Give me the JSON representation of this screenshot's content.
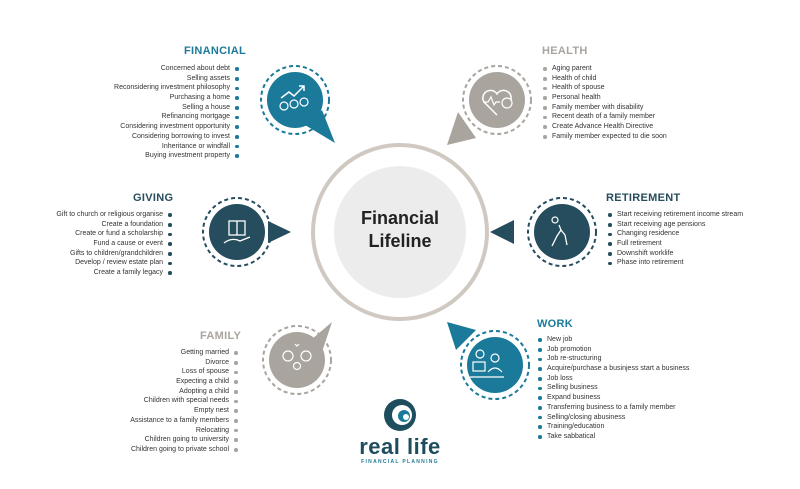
{
  "colors": {
    "teal": "#1b7a9a",
    "navy": "#264d5e",
    "gray": "#a9a49e"
  },
  "center": {
    "line1": "Financial",
    "line2": "Lifeline"
  },
  "sections": {
    "financial": {
      "title": "FINANCIAL",
      "icon": "coins-growth-icon",
      "items": [
        "Concerned about debt",
        "Selling assets",
        "Reconsidering investment philosophy",
        "Purchasing a home",
        "Selling a house",
        "Refinancing mortgage",
        "Considering investment opportunity",
        "Considering borrowing to invest",
        "Inheritance or windfall",
        "Buying investment property"
      ]
    },
    "giving": {
      "title": "GIVING",
      "icon": "gift-hand-icon",
      "items": [
        "Gift to church or religious organise",
        "Create a foundation",
        "Create or fund a scholarship",
        "Fund a cause or event",
        "Gifts to children/grandchildren",
        "Develop / review estate plan",
        "Create a family legacy"
      ]
    },
    "family": {
      "title": "FAMILY",
      "icon": "family-icon",
      "items": [
        "Getting married",
        "Divorce",
        "Loss of spouse",
        "Expecting a child",
        "Adopting a child",
        "Children with special needs",
        "Empty nest",
        "Assistance to a family members",
        "Relocating",
        "Children going to university",
        "Children going to private school"
      ]
    },
    "health": {
      "title": "HEALTH",
      "icon": "heart-health-icon",
      "items": [
        "Aging parent",
        "Health of child",
        "Health of spouse",
        "Personal health",
        "Family member with disability",
        "Recent death of a family member",
        "Create Advance Health Directive",
        "Family member expected to die soon"
      ]
    },
    "retirement": {
      "title": "RETIREMENT",
      "icon": "hiker-icon",
      "items": [
        "Start receiving retirement income stream",
        "Start receiving age pensions",
        "Changing residence",
        "Full retirement",
        "Downshift worklife",
        "Phase into retirement"
      ]
    },
    "work": {
      "title": "WORK",
      "icon": "desk-worker-icon",
      "items": [
        "New job",
        "Job promotion",
        "Job re-structuring",
        "Acquire/purchase a businjess start a business",
        "Job loss",
        "Selling business",
        "Expand business",
        "Transferring business to a family member",
        "Selling/closing abusiness",
        "Training/education",
        "Take sabbatical"
      ]
    }
  },
  "logo": {
    "name": "real life",
    "tagline": "FINANCIAL PLANNING"
  }
}
